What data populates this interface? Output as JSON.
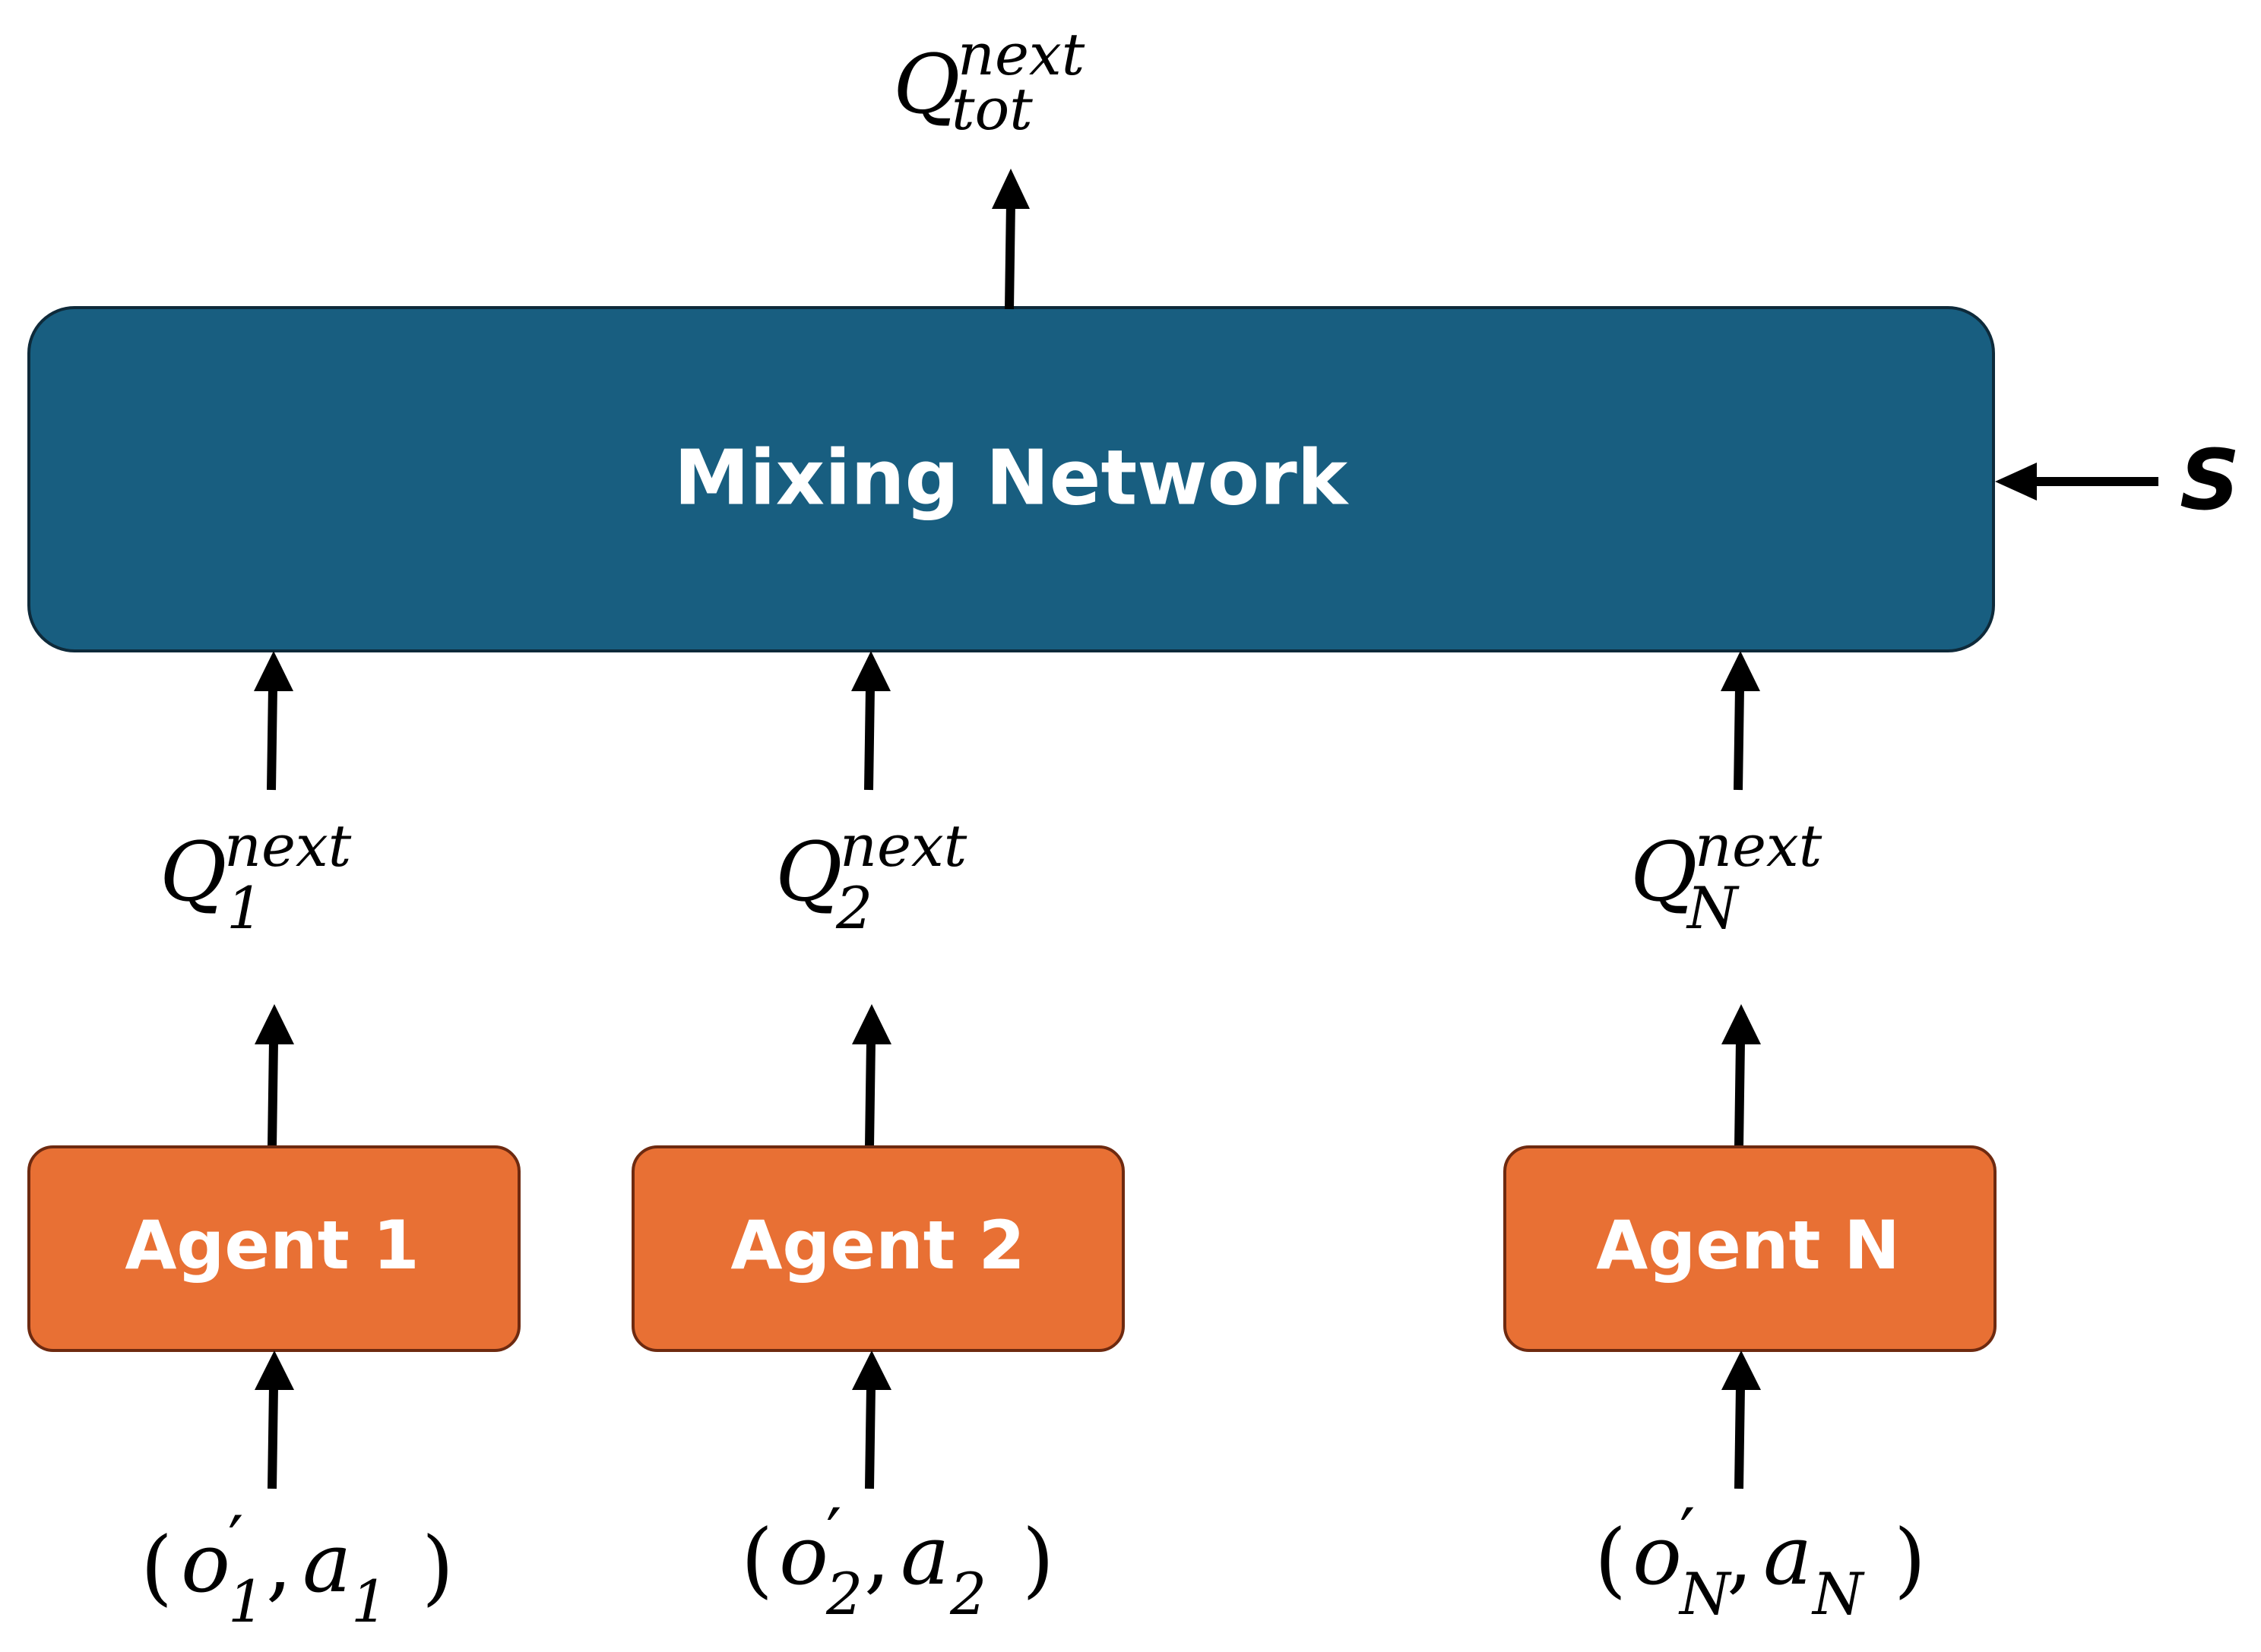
{
  "mixing_network": {
    "label": "Mixing Network",
    "color": "#185e80"
  },
  "agent_color": "#e87034",
  "agents": [
    {
      "label": "Agent 1"
    },
    {
      "label": "Agent 2"
    },
    {
      "label": "Agent N"
    }
  ],
  "state_input": {
    "label": "S"
  },
  "q_tot": {
    "base": "Q",
    "sup": "next",
    "sub": "tot"
  },
  "q_agents": [
    {
      "base": "Q",
      "sup": "next",
      "sub": "1"
    },
    {
      "base": "Q",
      "sup": "next",
      "sub": "2"
    },
    {
      "base": "Q",
      "sup": "next",
      "sub": "N"
    }
  ],
  "inputs": [
    {
      "open": "(",
      "o": "o",
      "prime": "′",
      "sub1": "1",
      "comma": ",",
      "a": "a",
      "sub2": "1",
      "close": ")"
    },
    {
      "open": "(",
      "o": "o",
      "prime": "′",
      "sub1": "2",
      "comma": ",",
      "a": "a",
      "sub2": "2",
      "close": ")"
    },
    {
      "open": "(",
      "o": "o",
      "prime": "′",
      "sub1": "N",
      "comma": ",",
      "a": "a",
      "sub2": "N",
      "close": ")"
    }
  ]
}
